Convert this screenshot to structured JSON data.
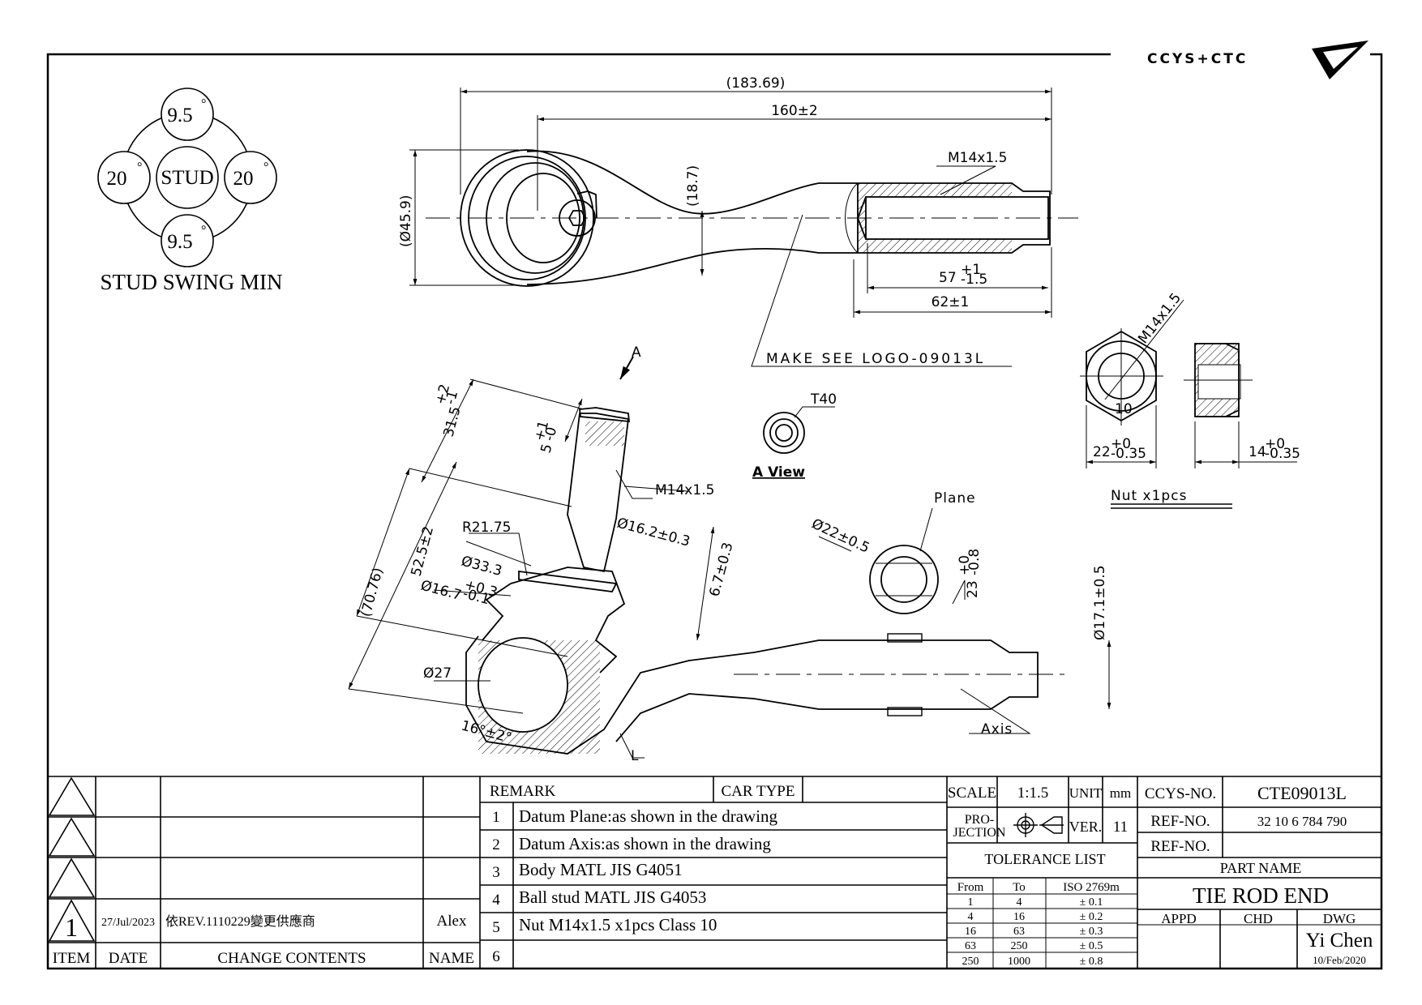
{
  "brand": {
    "logo_text": "CCYS+CTC",
    "logo_mark": "ccys-ctc-logo"
  },
  "swing": {
    "title": "STUD SWING MIN",
    "center": "STUD",
    "top": "9.5",
    "bottom": "9.5",
    "left": "20",
    "right": "20",
    "deg": "°"
  },
  "top_view": {
    "dim_overall": "(183.69)",
    "dim_length": "160±2",
    "dim_thread": "M14x1.5",
    "dim_dia": "(Ø45.9)",
    "dim_neck": "(18.7)",
    "dim_57": "57",
    "dim_57_tol_up": "+1",
    "dim_57_tol_dn": "-1.5",
    "dim_62": "62±1",
    "note": "MAKE SEE LOGO-09013L"
  },
  "side_view": {
    "arrow_label": "A",
    "dim_315": "31.5",
    "dim_315_tol_up": "+2",
    "dim_315_tol_dn": "-1",
    "dim_5": "5",
    "dim_5_tol_up": "+1",
    "dim_5_tol_dn": "-0",
    "dim_thread": "M14x1.5",
    "dim_r": "R21.75",
    "dim_162": "Ø16.2±0.3",
    "dim_525": "52.5±2",
    "dim_7076": "(70.76)",
    "dim_333": "Ø33.3",
    "dim_167": "Ø16.7",
    "dim_167_tol_up": "+0.3",
    "dim_167_tol_dn": "-0.1",
    "dim_67": "6.7±0.3",
    "dim_27": "Ø27",
    "dim_angle": "16°±2°",
    "l_label": "L",
    "plane_label": "Plane",
    "axis_label": "Axis",
    "dim_22": "Ø22±0.5",
    "dim_23": "23",
    "dim_23_tol_up": "+0",
    "dim_23_tol_dn": "-0.8",
    "dim_171": "Ø17.1±0.5"
  },
  "a_view": {
    "label": "A View",
    "drive": "T40"
  },
  "nut": {
    "thread": "M14x1.5",
    "inner": "10",
    "dim_22": "22",
    "dim_22_tol_up": "+0",
    "dim_22_tol_dn": "-0.35",
    "dim_14": "14",
    "dim_14_tol_up": "+0",
    "dim_14_tol_dn": "-0.35",
    "label": "Nut x1pcs"
  },
  "revisions": {
    "rows": [
      {
        "item": "",
        "date": "",
        "contents": "",
        "name": ""
      },
      {
        "item": "",
        "date": "",
        "contents": "",
        "name": ""
      },
      {
        "item": "",
        "date": "",
        "contents": "",
        "name": ""
      },
      {
        "item": "1",
        "date": "27/Jul/2023",
        "contents": "依REV.1110229變更供應商",
        "name": "Alex"
      }
    ],
    "headers": {
      "item": "ITEM",
      "date": "DATE",
      "contents": "CHANGE CONTENTS",
      "name": "NAME"
    }
  },
  "remarks": {
    "header": "REMARK",
    "car_type_label": "CAR TYPE",
    "car_type_value": "",
    "items": [
      {
        "no": "1",
        "text": "Datum Plane:as shown in the drawing"
      },
      {
        "no": "2",
        "text": "Datum Axis:as shown in the drawing"
      },
      {
        "no": "3",
        "text": "Body MATL JIS G4051"
      },
      {
        "no": "4",
        "text": "Ball stud MATL JIS G4053"
      },
      {
        "no": "5",
        "text": "Nut M14x1.5 x1pcs Class 10"
      },
      {
        "no": "6",
        "text": ""
      }
    ]
  },
  "title_block": {
    "scale_label": "SCALE",
    "scale_value": "1:1.5",
    "unit_label": "UNIT",
    "unit_value": "mm",
    "projection_label_1": "PRO-",
    "projection_label_2": "JECTION",
    "ver_label": "VER.",
    "ver_value": "11",
    "tolerance_title": "TOLERANCE LIST",
    "tolerance_headers": [
      "From",
      "To",
      "ISO 2769m"
    ],
    "tolerance_rows": [
      [
        "1",
        "4",
        "± 0.1"
      ],
      [
        "4",
        "16",
        "± 0.2"
      ],
      [
        "16",
        "63",
        "± 0.3"
      ],
      [
        "63",
        "250",
        "± 0.5"
      ],
      [
        "250",
        "1000",
        "± 0.8"
      ]
    ],
    "ccys_no_label": "CCYS-NO.",
    "ccys_no_value": "CTE09013L",
    "ref_no_label": "REF-NO.",
    "ref_no_value": "32 10 6 784 790",
    "ref_no2_label": "REF-NO.",
    "ref_no2_value": "",
    "part_name_label": "PART NAME",
    "part_name_value": "TIE ROD END",
    "appd_label": "APPD",
    "chd_label": "CHD",
    "dwg_label": "DWG",
    "dwg_name": "Yi Chen",
    "dwg_date": "10/Feb/2020"
  }
}
